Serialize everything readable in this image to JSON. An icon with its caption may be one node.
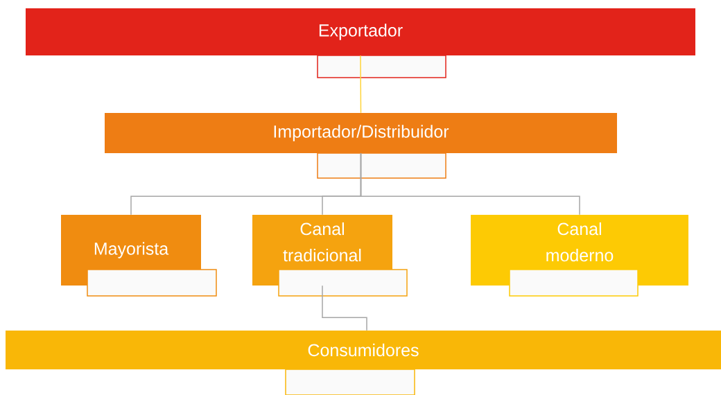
{
  "diagram": {
    "nodes": [
      {
        "text": [
          "Exportador"
        ]
      },
      {
        "text": [
          "Importador/Distribuidor"
        ]
      },
      {
        "text": [
          "Mayorista"
        ]
      },
      {
        "text": [
          "Canal tradicional"
        ]
      },
      {
        "text": [
          "Canal moderno"
        ]
      },
      {
        "text": [
          "Consumidores"
        ]
      }
    ],
    "edges": [
      {
        "from": 0,
        "to": 1,
        "arrow": "none",
        "color": "#ffd43b"
      },
      {
        "from": 1,
        "to": 2,
        "arrow": "none"
      },
      {
        "from": 1,
        "to": 3,
        "arrow": "none"
      },
      {
        "from": 1,
        "to": 4,
        "arrow": "none"
      },
      {
        "from": 3,
        "to": 5,
        "arrow": "none"
      }
    ]
  }
}
